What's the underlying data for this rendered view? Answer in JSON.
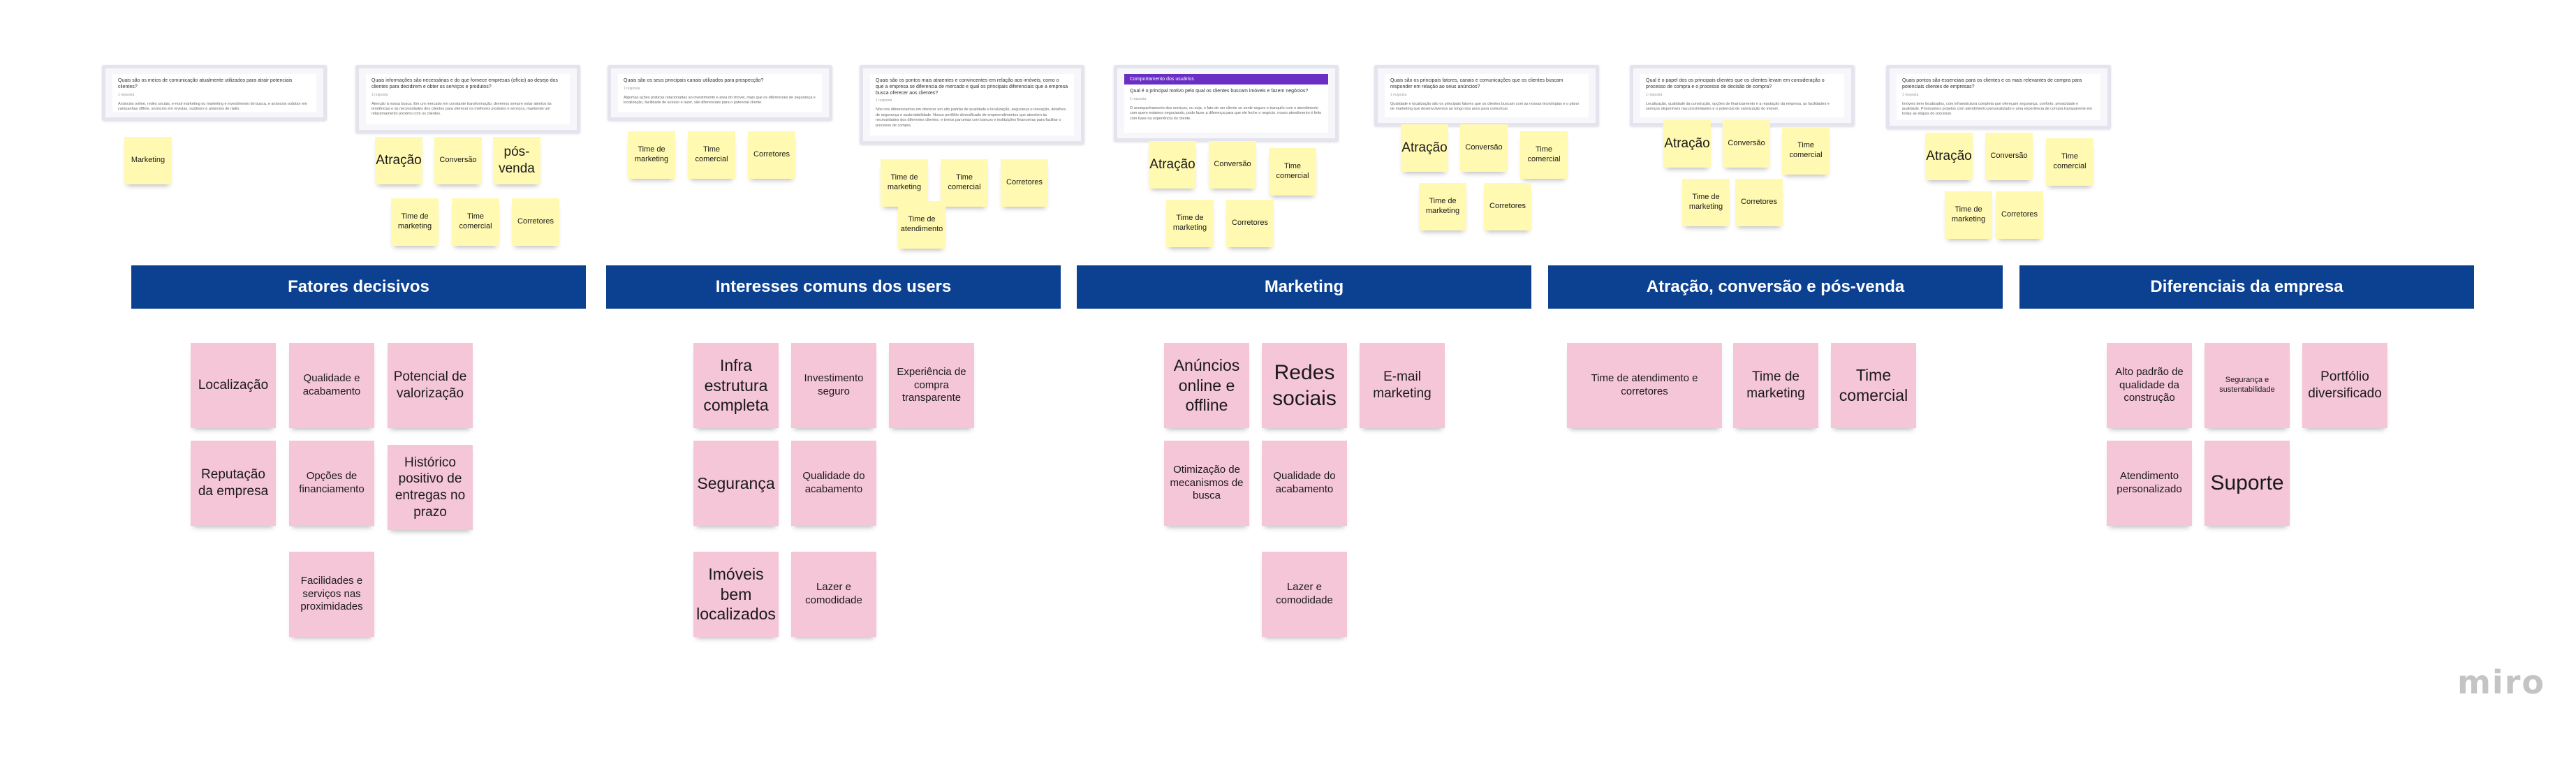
{
  "questions": [
    {
      "q": "Quais são os meios de comunicação atualmente utilizados para atrair potenciais clientes?",
      "meta": "1 resposta",
      "a": "Anúncios online, redes sociais, e-mail marketing ou marketing e investimento de busca, e anúncios outdoor em campanhas offline, anúncios em revistas, outdoors e anúncios de rádio."
    },
    {
      "q": "Quais informações são necessárias e do que fornece empresas (ofício) ao desejo dos clientes para decidirem e obter os serviços e produtos?",
      "meta": "1 resposta",
      "a": "Atenção à nossa busca. Em um mercado em constante transformação, devemos sempre estar atentos às tendências e às necessidades dos clientes para oferecer os melhores produtos e serviços, mantendo um relacionamento próximo com os clientes."
    },
    {
      "q": "Quais são os seus principais canais utilizados para prospecção?",
      "meta": "1 resposta",
      "a": "Algumas ações práticas relacionadas ao investimento e área do imóvel, mais que os diferenciais de segurança e localização, facilidade de acesso e lazer, são diferenciais para o potencial cliente."
    },
    {
      "q": "Quais são os pontos mais atraentes e convincentes em relação aos imóveis, como o que a empresa se diferencia de mercado e qual os principais diferenciais que a empresa busca oferecer aos clientes?",
      "meta": "1 resposta",
      "a": "Nós nos diferenciamos em oferecer um alto padrão de qualidade e localização, segurança e inovação, detalhes de segurança e sustentabilidade. Nosso portfólio diversificado de empreendimentos que atendem às necessidades dos diferentes clientes, e temos parcerias com bancos e instituições financeiras para facilitar o processo de compra."
    },
    {
      "q": "Qual é o principal motivo pelo qual os clientes buscam imóveis e fazem negócios?",
      "meta": "1 resposta",
      "a": "O acompanhamento dos serviços, ou seja, o fato de um cliente se sentir seguro e tranquilo com o atendimento com quem estamos negociando, pode fazer a diferença para que ele feche o negócio, nosso atendimento é feito com base na experiência do cliente.",
      "header": "Comportamento dos usuários"
    },
    {
      "q": "Quais são os principais fatores, canais e comunicações que os clientes buscam responder em relação ao seus anúncios?",
      "meta": "1 resposta",
      "a": "Qualidade e localização são os principais fatores que os clientes buscam com as nossas tecnologias e o plano de marketing que desenvolvemos ao longo dos anos para comunicar."
    },
    {
      "q": "Qual é o papel dos os principais clientes que os clientes levam em consideração o processo de compra e o processo de decisão de compra?",
      "meta": "1 resposta",
      "a": "Localização, qualidade da construção, opções de financiamento e a reputação da empresa, as facilidades e serviços disponíveis nas proximidades e o potencial de valorização do imóvel."
    },
    {
      "q": "Quais pontos são essenciais para os clientes e os mais relevantes de compra para potenciais clientes de empresas?",
      "meta": "1 resposta",
      "a": "Imóveis bem localizados, com infraestrutura completa que ofereçam segurança, conforto, privacidade e qualidade. Priorizamos projetos com atendimento personalizado e uma experiência de compra transparente em todas as etapas do processo."
    }
  ],
  "yellow_notes": [
    "Marketing",
    "Atração",
    "Conversão",
    "pós-venda",
    "Time de marketing",
    "Time comercial",
    "Corretores",
    "Time de marketing",
    "Time comercial",
    "Corretores",
    "Time de marketing",
    "Time comercial",
    "Corretores",
    "Time de atendimento",
    "Atração",
    "Conversão",
    "Time comercial",
    "Time de marketing",
    "Corretores",
    "Atração",
    "Conversão",
    "Time comercial",
    "Time de marketing",
    "Corretores",
    "Atração",
    "Conversão",
    "Time comercial",
    "Time de marketing",
    "Corretores",
    "Atração",
    "Conversão",
    "Time comercial",
    "Time de marketing",
    "Corretores"
  ],
  "categories": [
    {
      "title": "Fatores decisivos",
      "notes": [
        "Localização",
        "Qualidade e acabamento",
        "Potencial de valorização",
        "Reputação da empresa",
        "Opções de financiamento",
        "Histórico positivo de entregas no prazo",
        "Facilidades e serviços nas proximidades"
      ]
    },
    {
      "title": "Interesses comuns dos users",
      "notes": [
        "Infra estrutura completa",
        "Investimento seguro",
        "Experiência de compra transparente",
        "Segurança",
        "Qualidade do acabamento",
        "Imóveis bem localizados",
        "Lazer e comodidade"
      ]
    },
    {
      "title": "Marketing",
      "notes": [
        "Anúncios online e offline",
        "Redes sociais",
        "E-mail marketing",
        "Otimização de mecanismos de busca",
        "Qualidade do acabamento",
        "Lazer e comodidade"
      ]
    },
    {
      "title": "Atração, conversão e pós-venda",
      "notes": [
        "Time de atendimento e corretores",
        "Time de marketing",
        "Time comercial"
      ]
    },
    {
      "title": "Diferenciais da empresa",
      "notes": [
        "Alto padrão de qualidade da construção",
        "Segurança e sustentabilidade",
        "Portfólio diversificado",
        "Atendimento personalizado",
        "Suporte"
      ]
    }
  ],
  "logo": "miro",
  "colors": {
    "header": "#0c4191",
    "yellow_note": "#fff9b1",
    "pink_note": "#f5c5d8",
    "accent": "#6a2ec5"
  }
}
